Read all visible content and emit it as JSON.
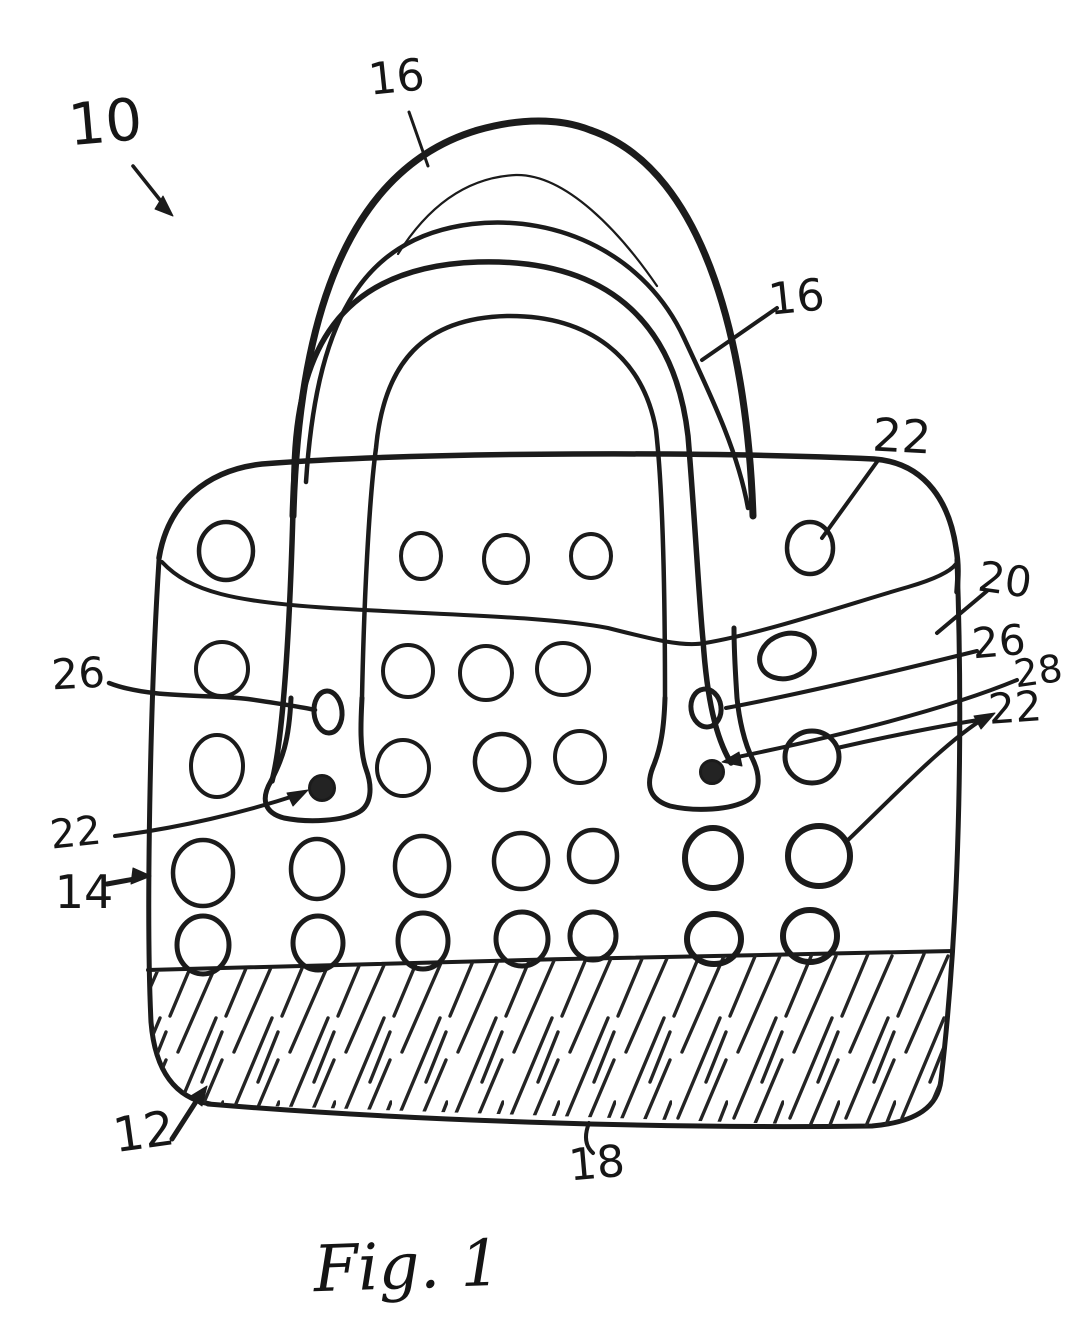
{
  "figure": {
    "caption": "Fig. 1",
    "ink": "#1b1b1b",
    "background": "#ffffff",
    "labels": [
      {
        "id": "overall-assembly",
        "text": "10"
      },
      {
        "id": "handle-top",
        "text": "16"
      },
      {
        "id": "handle-right",
        "text": "16"
      },
      {
        "id": "rim-hole",
        "text": "22"
      },
      {
        "id": "upper-band",
        "text": "20"
      },
      {
        "id": "strap-slot-right",
        "text": "26"
      },
      {
        "id": "rivet-right",
        "text": "28"
      },
      {
        "id": "side-holes-right",
        "text": "22"
      },
      {
        "id": "strap-slot-left",
        "text": "26"
      },
      {
        "id": "rivet-left",
        "text": "22"
      },
      {
        "id": "side-wall",
        "text": "14"
      },
      {
        "id": "base",
        "text": "12"
      },
      {
        "id": "bottom-edge",
        "text": "18"
      }
    ]
  }
}
